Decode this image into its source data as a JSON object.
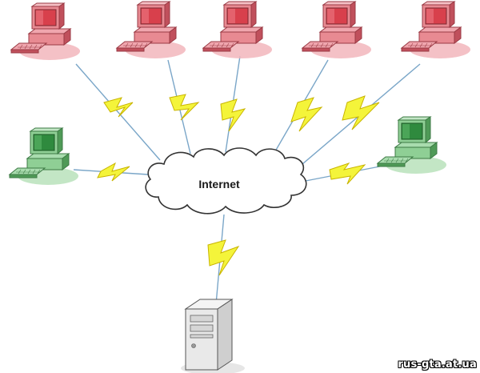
{
  "diagram": {
    "cloud_label": "Internet",
    "watermark": "rus-gta.at.ua",
    "colors": {
      "pc_red": "#e88a92",
      "pc_red_dark": "#c0505c",
      "pc_red_screen": "#d8404c",
      "pc_green": "#8fcf95",
      "pc_green_dark": "#4f9a57",
      "pc_green_screen": "#2f8a3e",
      "bolt": "#f4f43a",
      "bolt_outline": "#c8b400",
      "link_line": "#7aa6c8",
      "cloud_fill": "#ffffff",
      "cloud_stroke": "#333333",
      "server_fill": "#e9e9e9"
    },
    "nodes": [
      {
        "id": "pc-top-1",
        "kind": "computer",
        "color": "red"
      },
      {
        "id": "pc-top-2",
        "kind": "computer",
        "color": "red"
      },
      {
        "id": "pc-top-3",
        "kind": "computer",
        "color": "red"
      },
      {
        "id": "pc-top-4",
        "kind": "computer",
        "color": "red"
      },
      {
        "id": "pc-top-5",
        "kind": "computer",
        "color": "red"
      },
      {
        "id": "pc-left",
        "kind": "computer",
        "color": "green"
      },
      {
        "id": "pc-right",
        "kind": "computer",
        "color": "green"
      },
      {
        "id": "server",
        "kind": "server",
        "color": "gray"
      }
    ],
    "links": [
      {
        "from": "pc-top-1",
        "to": "internet",
        "wireless": true
      },
      {
        "from": "pc-top-2",
        "to": "internet",
        "wireless": true
      },
      {
        "from": "pc-top-3",
        "to": "internet",
        "wireless": true
      },
      {
        "from": "pc-top-4",
        "to": "internet",
        "wireless": true
      },
      {
        "from": "pc-top-5",
        "to": "internet",
        "wireless": true
      },
      {
        "from": "pc-left",
        "to": "internet",
        "wireless": true
      },
      {
        "from": "pc-right",
        "to": "internet",
        "wireless": true
      },
      {
        "from": "server",
        "to": "internet",
        "wireless": true
      }
    ]
  }
}
